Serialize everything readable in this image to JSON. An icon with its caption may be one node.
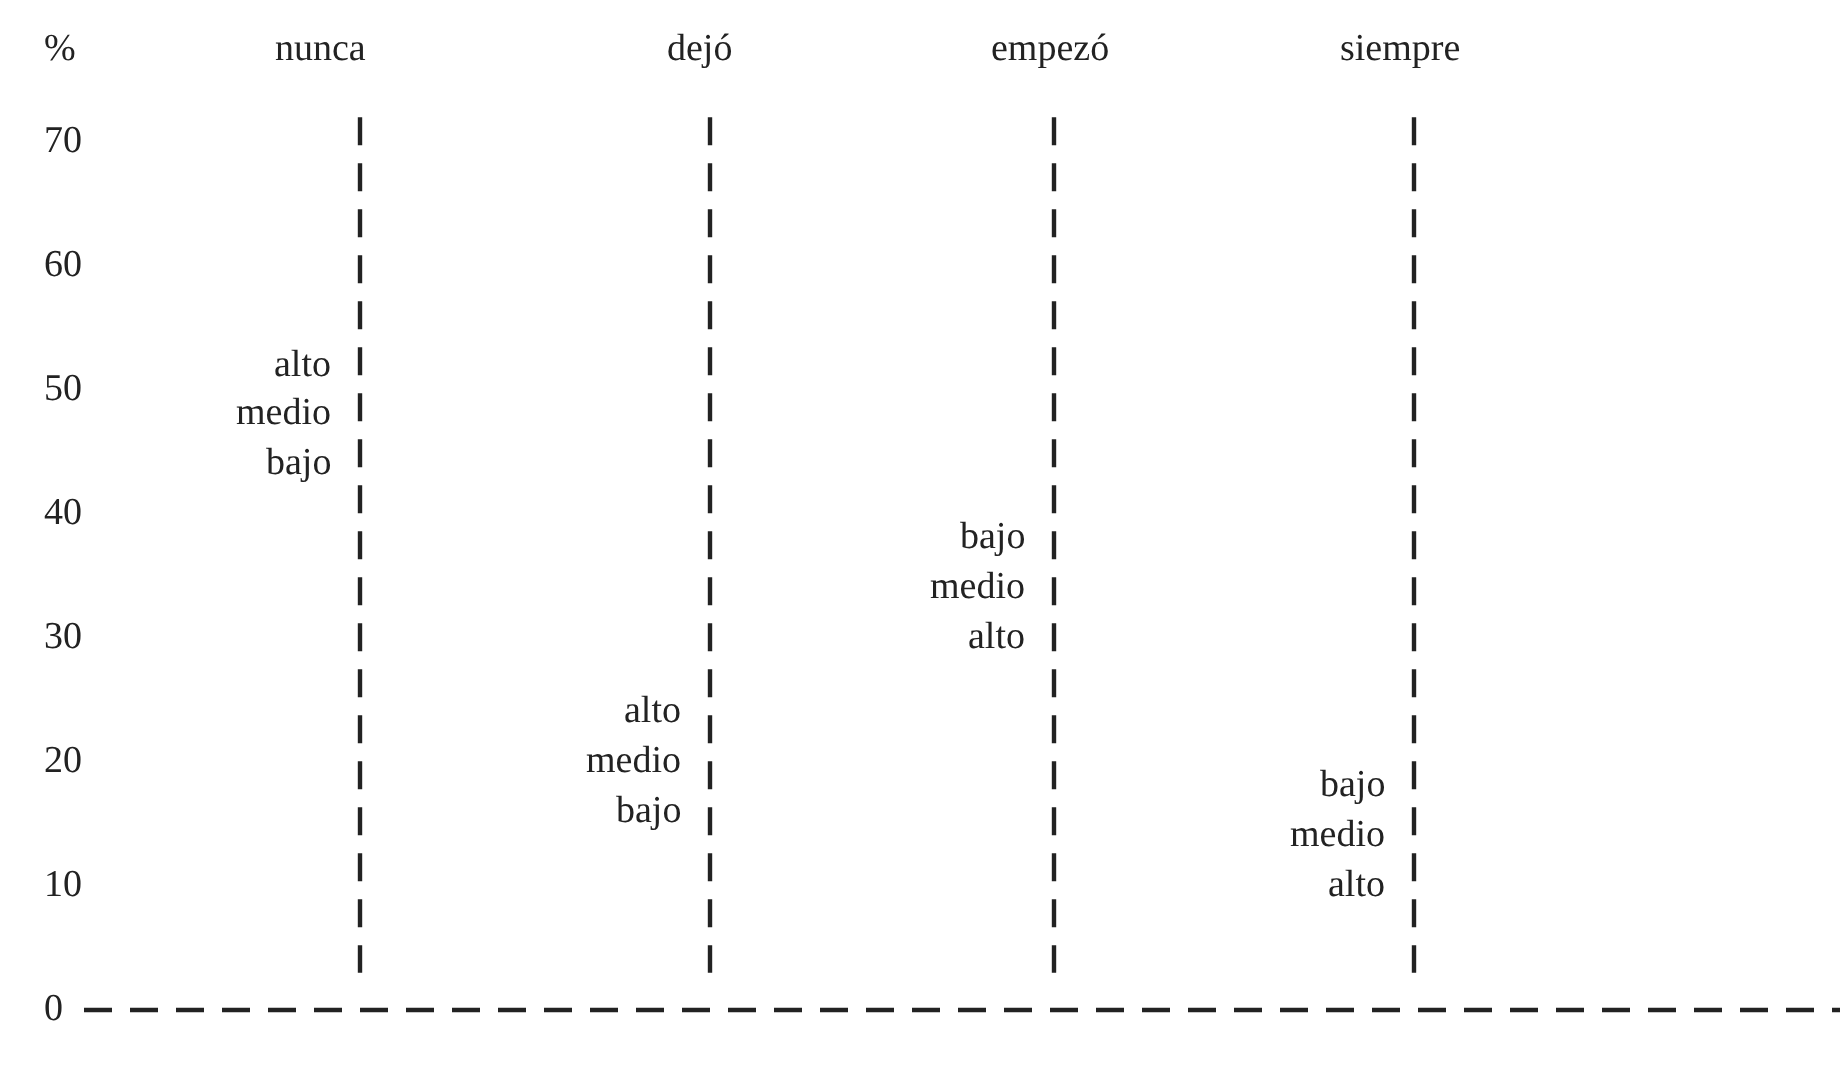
{
  "diagram": {
    "labels": [
      "%",
      "nunca",
      "dejó",
      "empezó",
      "siempre",
      "70",
      "60",
      "50",
      "40",
      "30",
      "20",
      "10",
      "0",
      "alto",
      "medio",
      "bajo",
      "bajo",
      "medio",
      "alto",
      "alto",
      "medio",
      "bajo",
      "bajo",
      "medio",
      "alto"
    ]
  }
}
